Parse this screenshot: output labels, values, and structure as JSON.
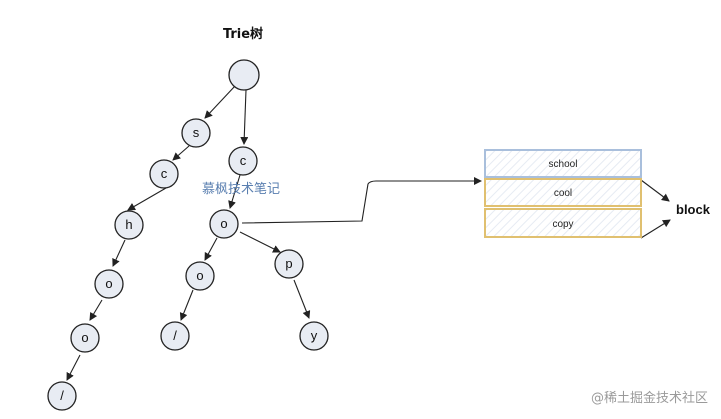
{
  "diagram": {
    "title": "Trie树",
    "node_labels": {
      "root": "",
      "s": "s",
      "c1": "c",
      "h": "h",
      "o1": "o",
      "o2": "o",
      "slash1": "/",
      "c2": "c",
      "o3": "o",
      "o4": "o",
      "slash2": "/",
      "p": "p",
      "y": "y"
    },
    "list_items": [
      "school",
      "cool",
      "copy"
    ],
    "block_label": "block",
    "watermark_text": "慕枫技术笔记",
    "footer_watermark": "@稀土掘金技术社区",
    "colors": {
      "node_fill": "#e8ecf3",
      "school_border": "#a9bfdc",
      "cool_copy_border": "#e0c070",
      "watermark_blue": "#5a7fb0"
    }
  }
}
